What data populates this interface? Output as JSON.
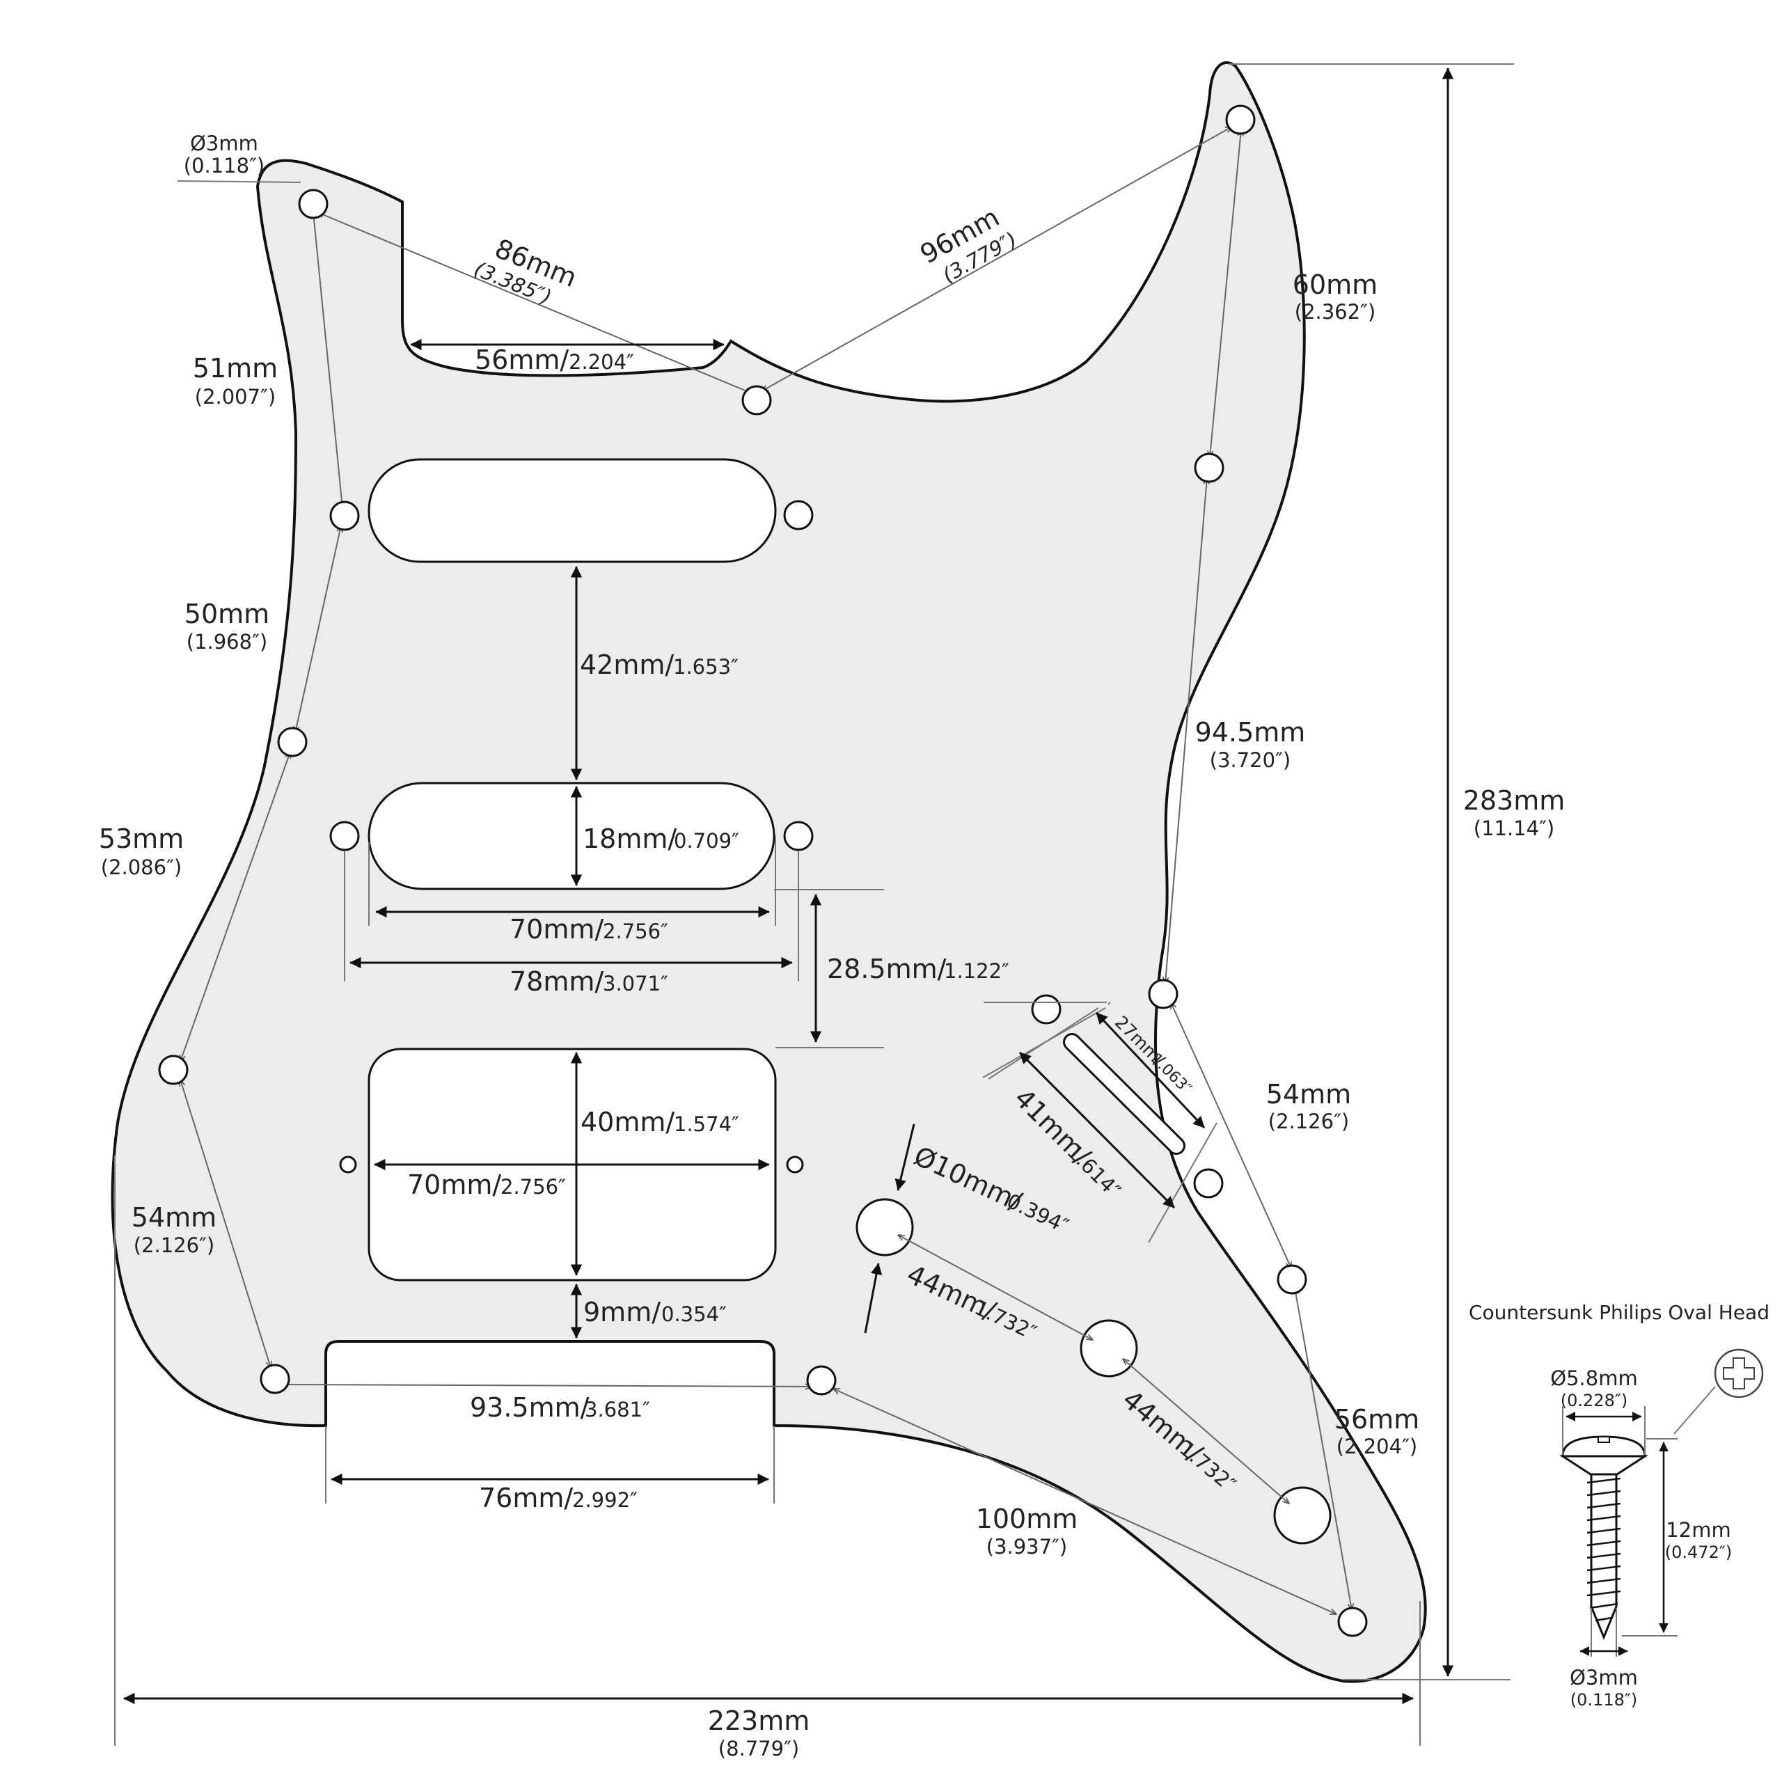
{
  "title": "Countersunk Philips Oval Head",
  "pickguard": {
    "width": {
      "mm": "223mm",
      "in": "(8.779″)"
    },
    "height": {
      "mm": "283mm",
      "in": "(11.14″)"
    },
    "screw_hole_dia": {
      "mm": "Ø3mm",
      "in": "(0.118″)"
    },
    "neck_cut_width": {
      "mm": "56mm/",
      "in": "2.204″"
    },
    "neck_screw_span_left": {
      "mm": "86mm",
      "in": "(3.385″)"
    },
    "neck_screw_span_right": {
      "mm": "96mm",
      "in": "(3.779″)"
    },
    "right_upper_span": {
      "mm": "60mm",
      "in": "(2.362″)"
    },
    "left_span_1": {
      "mm": "51mm",
      "in": "(2.007″)"
    },
    "left_span_2": {
      "mm": "50mm",
      "in": "(1.968″)"
    },
    "left_span_3": {
      "mm": "53mm",
      "in": "(2.086″)"
    },
    "left_span_4": {
      "mm": "54mm",
      "in": "(2.126″)"
    },
    "right_mid_span": {
      "mm": "94.5mm",
      "in": "(3.720″)"
    },
    "right_lower_span": {
      "mm": "54mm",
      "in": "(2.126″)"
    },
    "right_bottom_span": {
      "mm": "56mm",
      "in": "(2.204″)"
    },
    "bottom_span": {
      "mm": "100mm",
      "in": "(3.937″)"
    },
    "single_coil_gap": {
      "mm": "42mm/",
      "in": "1.653″"
    },
    "single_coil_height": {
      "mm": "18mm/",
      "in": "0.709″"
    },
    "single_coil_length": {
      "mm": "70mm/",
      "in": "2.756″"
    },
    "single_coil_screw_span": {
      "mm": "78mm/",
      "in": "3.071″"
    },
    "mid_to_humbucker_gap": {
      "mm": "28.5mm/",
      "in": "1.122″"
    },
    "humbucker_height": {
      "mm": "40mm/",
      "in": "1.574″"
    },
    "humbucker_width": {
      "mm": "70mm/",
      "in": "2.756″"
    },
    "humbucker_to_bridge_gap": {
      "mm": "9mm/",
      "in": "0.354″"
    },
    "bridge_screw_span": {
      "mm": "93.5mm/",
      "in": "3.681″"
    },
    "bridge_cut_width": {
      "mm": "76mm/",
      "in": "2.992″"
    },
    "switch_slot_length": {
      "mm": "27mm/",
      "in": "1.063″"
    },
    "switch_screw_span": {
      "mm": "41mm/",
      "in": "1.614″"
    },
    "pot_hole_dia": {
      "mm": "Ø10mm/",
      "in": "0.394″"
    },
    "pot_spacing_1": {
      "mm": "44mm/",
      "in": "1.732″"
    },
    "pot_spacing_2": {
      "mm": "44mm/",
      "in": "1.732″"
    }
  },
  "screw": {
    "head_dia": {
      "mm": "Ø5.8mm",
      "in": "(0.228″)"
    },
    "length": {
      "mm": "12mm",
      "in": "(0.472″)"
    },
    "shank_dia": {
      "mm": "Ø3mm",
      "in": "(0.118″)"
    }
  }
}
